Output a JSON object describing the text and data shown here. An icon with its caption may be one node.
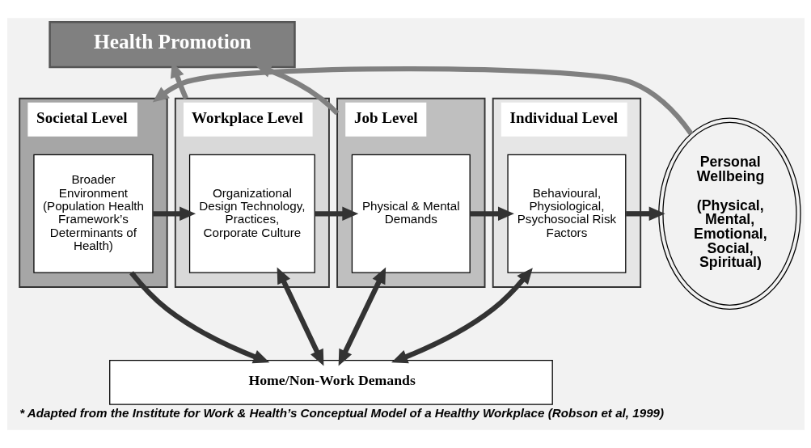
{
  "diagram": {
    "caption": "* Adapted from the Institute for Work & Health’s Conceptual Model of a Healthy Workplace (Robson et al, 1999)",
    "nodes": [
      {
        "text": [
          "Health Promotion"
        ]
      },
      {
        "text": [
          "Societal Level"
        ]
      },
      {
        "text": [
          "Broader Environment (Population Health Framework’s Determinants of Health)"
        ],
        "in": 1
      },
      {
        "text": [
          "Workplace Level"
        ]
      },
      {
        "text": [
          "Organizational Design Technology, Practices, Corporate Culture"
        ],
        "in": 3
      },
      {
        "text": [
          "Job Level"
        ]
      },
      {
        "text": [
          "Physical & Mental Demands"
        ],
        "in": 5
      },
      {
        "text": [
          "Individual Level"
        ]
      },
      {
        "text": [
          "Behavioural, Physiological, Psychosocial Risk Factors"
        ],
        "in": 7
      },
      {
        "text": [
          "Personal Wellbeing",
          "(Physical, Mental, Emotional, Social, Spiritual)"
        ]
      },
      {
        "text": [
          "Home/Non-Work Demands"
        ]
      }
    ],
    "edges": [
      {
        "from": 2,
        "to": 4,
        "arrow": "to"
      },
      {
        "from": 4,
        "to": 6,
        "arrow": "to"
      },
      {
        "from": 6,
        "to": 8,
        "arrow": "to"
      },
      {
        "from": 8,
        "to": 9,
        "arrow": "to"
      },
      {
        "from": 2,
        "to": 10,
        "arrow": "to"
      },
      {
        "from": 4,
        "to": 10,
        "arrow": "both"
      },
      {
        "from": 6,
        "to": 10,
        "arrow": "both"
      },
      {
        "from": 8,
        "to": 10,
        "arrow": "both"
      },
      {
        "from": 3,
        "to": 0,
        "arrow": "to",
        "color": "#808080"
      },
      {
        "from": 5,
        "to": 0,
        "arrow": "to",
        "color": "#808080"
      },
      {
        "from": 9,
        "to": 1,
        "arrow": "to",
        "color": "#808080"
      }
    ]
  }
}
